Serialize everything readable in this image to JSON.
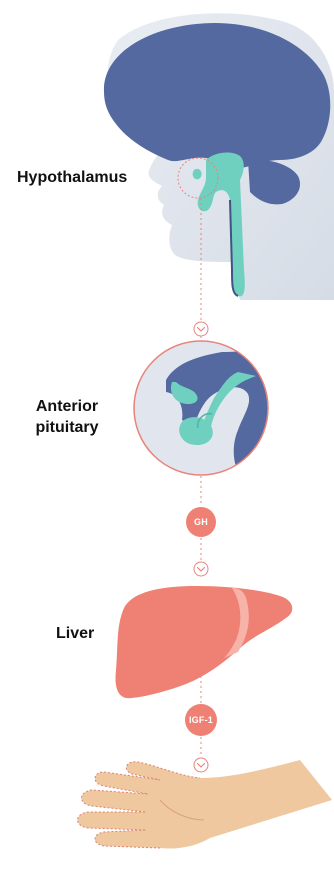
{
  "labels": {
    "hypothalamus": "Hypothalamus",
    "anterior_pituitary": "Anterior\npituitary",
    "liver": "Liver"
  },
  "badges": {
    "gh": "GH",
    "igf1": "IGF-1"
  },
  "colors": {
    "brain": "#53699f",
    "head_silhouette": "#dce1ea",
    "pituitary_teal": "#6fd0c0",
    "liver": "#ef8174",
    "liver_highlight": "#f7b3a8",
    "connector": "#e8837a",
    "hand_skin": "#f0c8a0",
    "hand_outline": "#d9846f"
  },
  "icons": {
    "flow_arrow": "chevron-down-circle-icon",
    "head": "head-silhouette-icon",
    "pituitary_zoom": "pituitary-magnified-icon",
    "liver": "liver-icon",
    "hand": "hand-icon"
  }
}
